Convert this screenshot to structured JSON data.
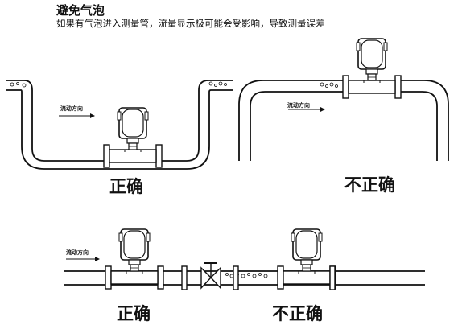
{
  "header": {
    "title": "避免气泡",
    "subtitle": "如果有气泡进入测量管，流量显示极可能会受影响，导致测量误差"
  },
  "panels": {
    "top_left": {
      "label": "正确",
      "flow_label": "流动方向"
    },
    "top_right": {
      "label": "不正确"
    },
    "bottom_left": {
      "label": "正确",
      "flow_label": "流动方向"
    },
    "bottom_right": {
      "label": "不正确"
    }
  }
}
